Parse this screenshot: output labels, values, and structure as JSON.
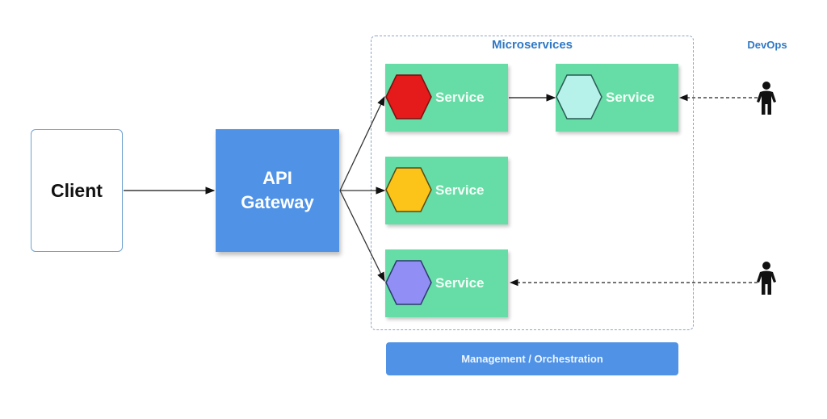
{
  "diagram": {
    "client": {
      "label": "Client"
    },
    "gateway": {
      "label": "API\nGateway",
      "color": "#4f92e6"
    },
    "microservices": {
      "title": "Microservices",
      "services": [
        {
          "label": "Service",
          "hex_color": "#e51a1a"
        },
        {
          "label": "Service",
          "hex_color": "#b6f2ea"
        },
        {
          "label": "Service",
          "hex_color": "#fcc419"
        },
        {
          "label": "Service",
          "hex_color": "#918ff5"
        }
      ],
      "service_color": "#66dca6"
    },
    "devops": {
      "title": "DevOps",
      "actors": [
        "person",
        "person"
      ]
    },
    "management": {
      "label": "Management / Orchestration"
    },
    "connections": [
      {
        "from": "Client",
        "to": "API Gateway",
        "style": "solid"
      },
      {
        "from": "API Gateway",
        "to": "Service (red)",
        "style": "solid"
      },
      {
        "from": "API Gateway",
        "to": "Service (yellow)",
        "style": "solid"
      },
      {
        "from": "API Gateway",
        "to": "Service (purple)",
        "style": "solid"
      },
      {
        "from": "Service (red)",
        "to": "Service (teal)",
        "style": "solid"
      },
      {
        "from": "DevOps person 1",
        "to": "Service (teal)",
        "style": "dashed"
      },
      {
        "from": "DevOps person 2",
        "to": "Service (purple)",
        "style": "dashed"
      }
    ]
  }
}
